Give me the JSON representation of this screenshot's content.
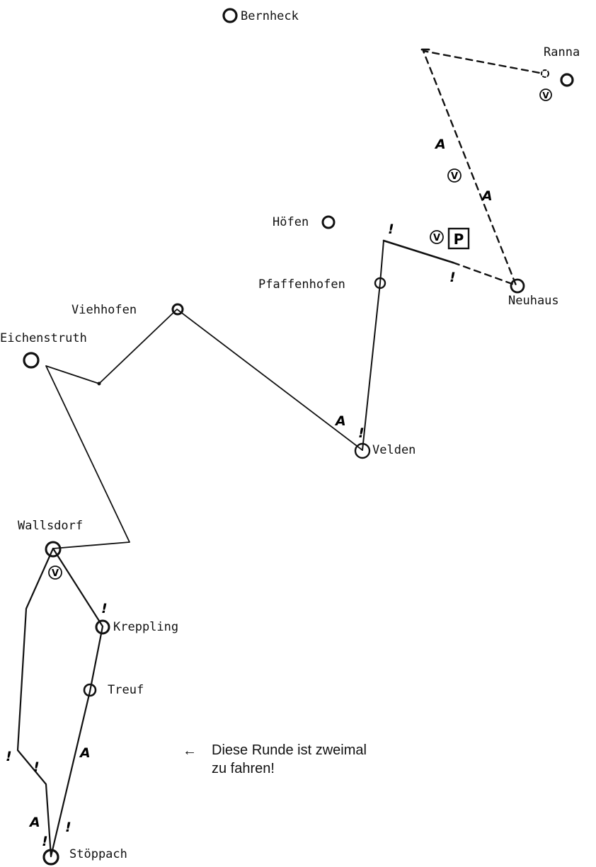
{
  "map": {
    "places": [
      {
        "id": "bernheck",
        "label": "Bernheck"
      },
      {
        "id": "ranna",
        "label": "Ranna"
      },
      {
        "id": "hoefen",
        "label": "Höfen"
      },
      {
        "id": "pfaffenhofen",
        "label": "Pfaffenhofen"
      },
      {
        "id": "neuhaus",
        "label": "Neuhaus"
      },
      {
        "id": "viehhofen",
        "label": "Viehhofen"
      },
      {
        "id": "eichenstruth",
        "label": "Eichenstruth"
      },
      {
        "id": "velden",
        "label": "Velden"
      },
      {
        "id": "wallsdorf",
        "label": "Wallsdorf"
      },
      {
        "id": "kreppling",
        "label": "Kreppling"
      },
      {
        "id": "treuf",
        "label": "Treuf"
      },
      {
        "id": "stoeppach",
        "label": "Stöppach"
      }
    ],
    "markers": {
      "exclamation": "!",
      "a_marker": "A",
      "v_marker": "V",
      "p_marker": "P"
    },
    "note": {
      "arrow": "←",
      "line1": "Diese Runde ist zweimal",
      "line2": "zu fahren!"
    },
    "colors": {
      "ink": "#111111",
      "background": "#ffffff"
    }
  }
}
